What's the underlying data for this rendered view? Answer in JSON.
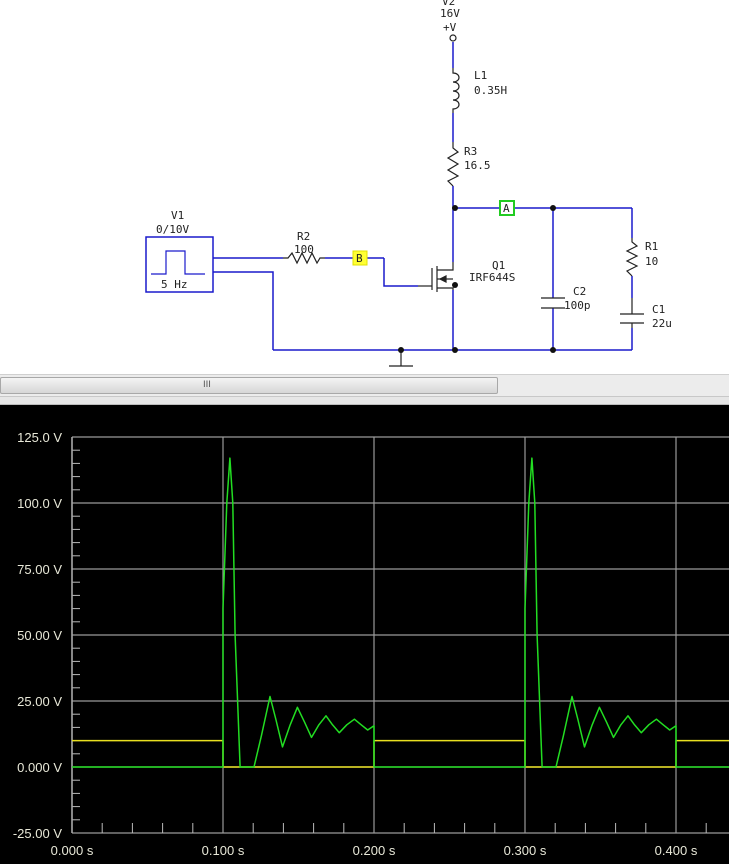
{
  "schematic": {
    "v2": {
      "name": "V2",
      "value": "16V",
      "terminal": "+V"
    },
    "l1": {
      "name": "L1",
      "value": "0.35H"
    },
    "r3": {
      "name": "R3",
      "value": "16.5"
    },
    "r1": {
      "name": "R1",
      "value": "10"
    },
    "c1": {
      "name": "C1",
      "value": "22u"
    },
    "c2": {
      "name": "C2",
      "value": "100p"
    },
    "q1": {
      "name": "Q1",
      "value": "IRF644S"
    },
    "r2": {
      "name": "R2",
      "value": "100"
    },
    "v1": {
      "name": "V1",
      "value": "0/10V",
      "freq": "5 Hz"
    },
    "probe_a": {
      "label": "A",
      "color": "#22cc22"
    },
    "probe_b": {
      "label": "B",
      "color": "#ffff33"
    },
    "wire_color": "#1a1acc"
  },
  "scrollbar": {
    "grip": "III"
  },
  "chart_data": {
    "type": "line",
    "xlabel": "",
    "ylabel": "",
    "xlim": [
      0,
      0.436
    ],
    "ylim": [
      -25,
      125
    ],
    "grid": true,
    "x_ticks": [
      {
        "v": 0,
        "label": "0.000 s"
      },
      {
        "v": 0.1,
        "label": "0.100 s"
      },
      {
        "v": 0.2,
        "label": "0.200 s"
      },
      {
        "v": 0.3,
        "label": "0.300 s"
      },
      {
        "v": 0.4,
        "label": "0.400 s"
      }
    ],
    "y_ticks": [
      {
        "v": 125,
        "label": "125.0 V"
      },
      {
        "v": 100,
        "label": "100.0 V"
      },
      {
        "v": 75,
        "label": "75.00 V"
      },
      {
        "v": 50,
        "label": "50.00 V"
      },
      {
        "v": 25,
        "label": "25.00 V"
      },
      {
        "v": 0,
        "label": "0.000 V"
      },
      {
        "v": -25,
        "label": "-25.00 V"
      }
    ],
    "series": [
      {
        "name": "B",
        "color": "#e8e020",
        "points": [
          [
            0,
            10
          ],
          [
            0.1,
            10
          ],
          [
            0.1,
            0
          ],
          [
            0.2,
            0
          ],
          [
            0.2,
            10
          ],
          [
            0.3,
            10
          ],
          [
            0.3,
            0
          ],
          [
            0.4,
            0
          ],
          [
            0.4,
            10
          ],
          [
            0.436,
            10
          ]
        ]
      },
      {
        "name": "A",
        "color": "#22dd22",
        "points": [
          [
            0,
            0
          ],
          [
            0.1,
            0
          ],
          [
            0.1,
            60
          ],
          [
            0.1025,
            100
          ],
          [
            0.1046,
            117
          ],
          [
            0.1065,
            100
          ],
          [
            0.108,
            50
          ],
          [
            0.1113,
            0
          ],
          [
            0.1205,
            0
          ],
          [
            0.1255,
            12
          ],
          [
            0.1311,
            26.7
          ],
          [
            0.135,
            18
          ],
          [
            0.1394,
            7.6
          ],
          [
            0.1445,
            16
          ],
          [
            0.1493,
            22.6
          ],
          [
            0.154,
            17
          ],
          [
            0.1586,
            11.2
          ],
          [
            0.1635,
            16
          ],
          [
            0.1682,
            19.4
          ],
          [
            0.1725,
            16
          ],
          [
            0.177,
            13
          ],
          [
            0.182,
            16
          ],
          [
            0.187,
            18.1
          ],
          [
            0.1915,
            16
          ],
          [
            0.1958,
            14
          ],
          [
            0.2,
            15.6
          ],
          [
            0.2,
            0
          ],
          [
            0.3,
            0
          ],
          [
            0.3,
            60
          ],
          [
            0.3025,
            100
          ],
          [
            0.3046,
            117
          ],
          [
            0.3065,
            100
          ],
          [
            0.308,
            50
          ],
          [
            0.3113,
            0
          ],
          [
            0.3205,
            0
          ],
          [
            0.3255,
            12
          ],
          [
            0.3311,
            26.7
          ],
          [
            0.335,
            18
          ],
          [
            0.3394,
            7.6
          ],
          [
            0.3445,
            16
          ],
          [
            0.3493,
            22.6
          ],
          [
            0.354,
            17
          ],
          [
            0.3586,
            11.2
          ],
          [
            0.3635,
            16
          ],
          [
            0.3682,
            19.4
          ],
          [
            0.3725,
            16
          ],
          [
            0.377,
            13
          ],
          [
            0.382,
            16
          ],
          [
            0.387,
            18.1
          ],
          [
            0.3915,
            16
          ],
          [
            0.3958,
            14
          ],
          [
            0.4,
            15.6
          ],
          [
            0.4,
            0
          ],
          [
            0.436,
            0
          ]
        ]
      }
    ]
  }
}
